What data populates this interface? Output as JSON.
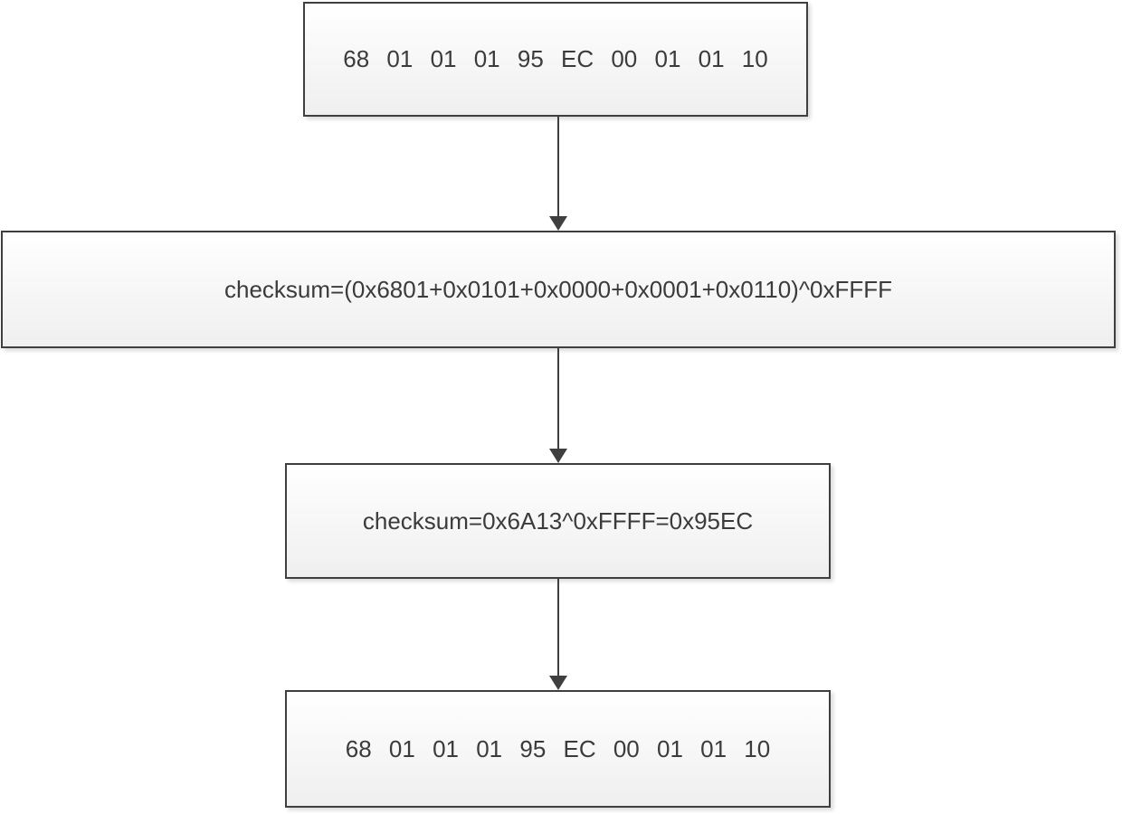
{
  "diagram": {
    "colors": {
      "background": "#ffffff",
      "node_border": "#3f3f3f",
      "node_fill_top": "#ffffff",
      "node_fill_bottom": "#efefef",
      "text": "#3b3b3b",
      "arrow": "#3f3f3f"
    },
    "nodes": [
      {
        "text": "68 01 01 01 95 EC 00 01 01 10"
      },
      {
        "text": "checksum=(0x6801+0x0101+0x0000+0x0001+0x0110)^0xFFFF"
      },
      {
        "text": "checksum=0x6A13^0xFFFF=0x95EC"
      },
      {
        "text": "68 01 01 01 95 EC 00 01 01 10"
      }
    ]
  }
}
